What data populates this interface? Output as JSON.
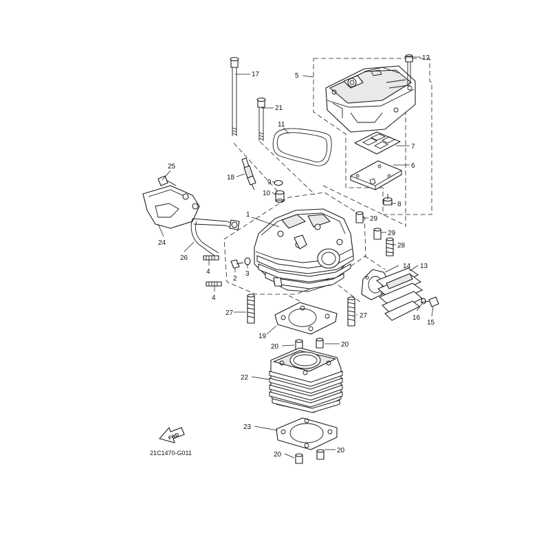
{
  "diagram": {
    "drawing_code": "21C1470-G011",
    "fwd_label": "FWD",
    "callouts": {
      "c1": "1",
      "c2": "2",
      "c3": "3",
      "c4a": "4",
      "c4b": "4",
      "c5": "5",
      "c6": "6",
      "c7": "7",
      "c8": "8",
      "c9": "9",
      "c10": "10",
      "c11": "11",
      "c12": "12",
      "c13": "13",
      "c14": "14",
      "c15": "15",
      "c16": "16",
      "c17": "17",
      "c18": "18",
      "c19": "19",
      "c20a": "20",
      "c20b": "20",
      "c20c": "20",
      "c20d": "20",
      "c21": "21",
      "c22": "22",
      "c23": "23",
      "c24": "24",
      "c25": "25",
      "c26": "26",
      "c27a": "27",
      "c27b": "27",
      "c28": "28",
      "c29a": "29",
      "c29b": "29"
    }
  }
}
